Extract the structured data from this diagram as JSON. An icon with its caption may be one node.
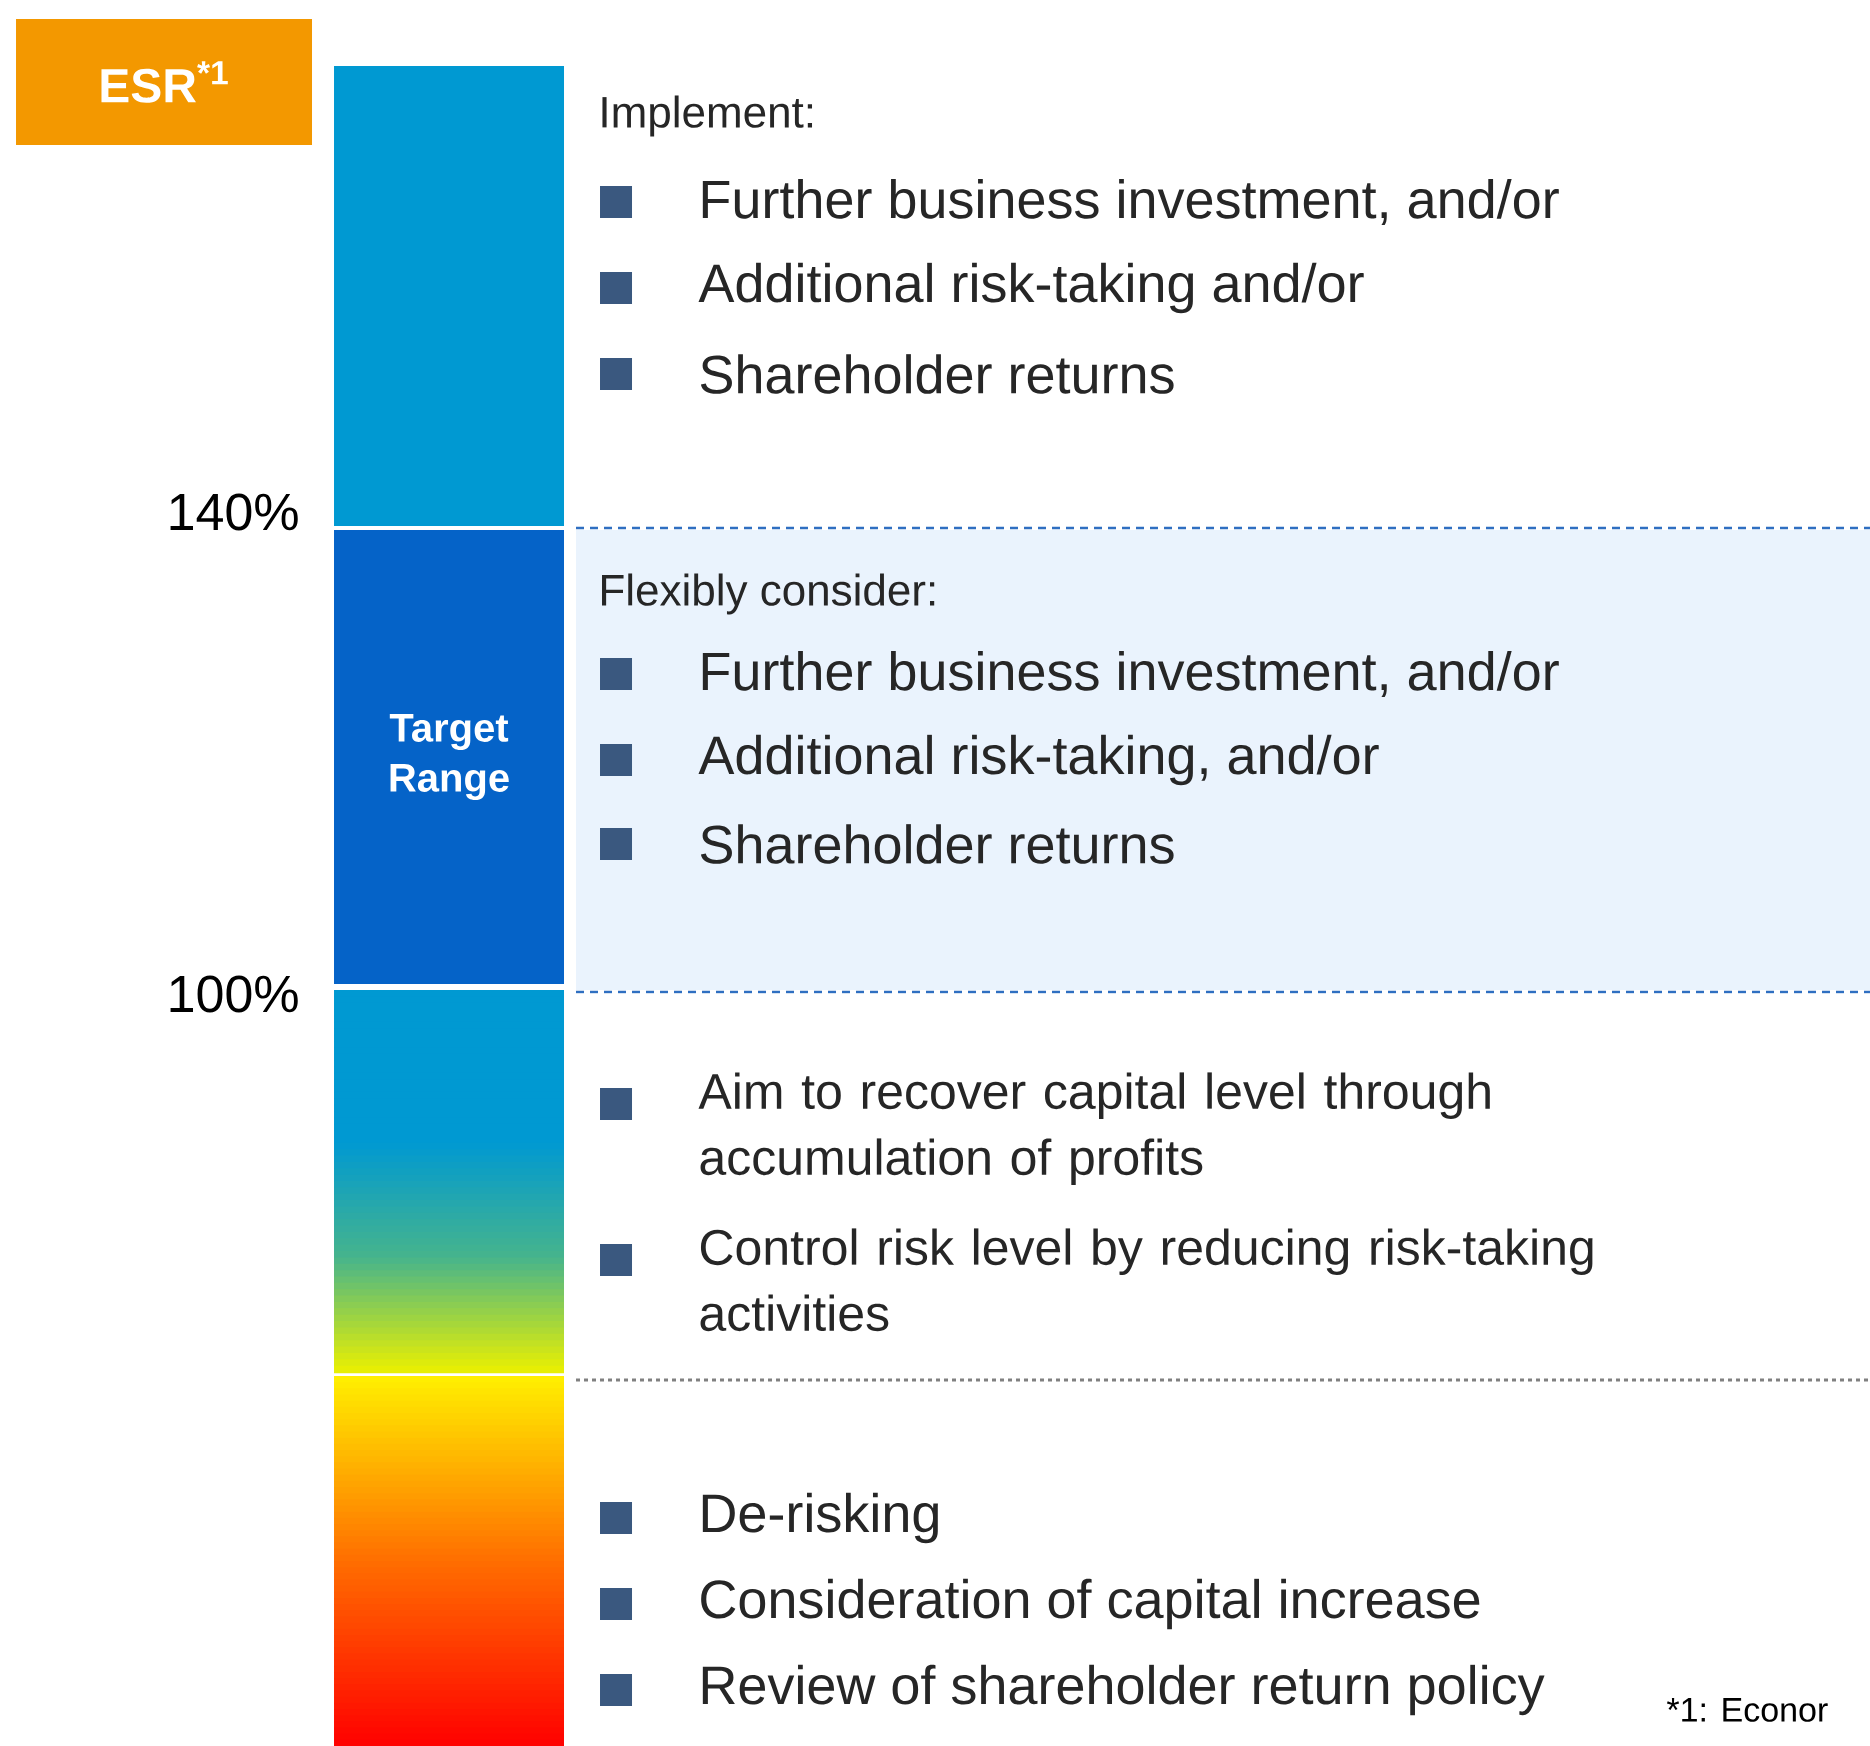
{
  "diagram": {
    "nodes": [
      {
        "text": [
          "ESR$^{*1}$"
        ]
      },
      {
        "text": [],
        "shape": "bar"
      },
      {
        "text": [
          "Target Range"
        ]
      },
      {
        "text": [],
        "shape": "bar"
      },
      {
        "text": [],
        "shape": "bar"
      },
      {
        "text": [
          "Flexibly consider:",
          "Further business investment, and/or",
          "Additional risk-taking, and/or",
          "Shareholder returns"
        ]
      }
    ],
    "labels": [
      "Implement:",
      "Further business investment, and/or",
      "Additional risk-taking and/or",
      "Shareholder returns",
      "140%",
      "100%",
      "Aim to recover capital level through accumulation of profits",
      "Control risk level by reducing risk-taking activities",
      "De-risking",
      "Consideration of capital increase",
      "Review of shareholder return policy",
      "*1: Econor"
    ]
  }
}
